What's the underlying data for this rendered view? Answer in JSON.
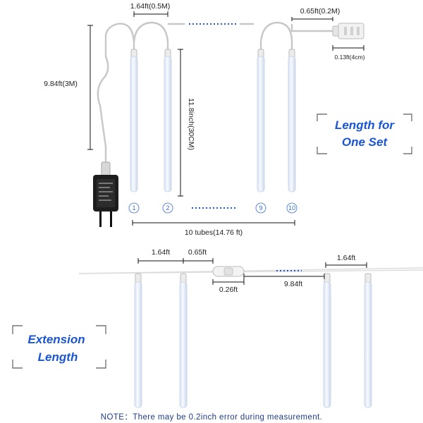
{
  "top": {
    "spacing_label": "1.64ft(0.5M)",
    "lead_label": "0.65ft(0.2M)",
    "connector_label": "0.13ft(4cm)",
    "cable_label": "9.84ft(3M)",
    "tube_label": "11.8inch(30CM)",
    "total_label": "10 tubes(14.76 ft)",
    "title_line1": "Length for",
    "title_line2": "One Set",
    "tube_numbers": [
      "1",
      "2",
      "9",
      "10"
    ]
  },
  "extension": {
    "spacing_label": "1.64ft",
    "lead_label": "0.65ft",
    "connector_label": "0.26ft",
    "gap_label": "9.84ft",
    "right_spacing_label": "1.64ft",
    "title_line1": "Extension",
    "title_line2": "Length"
  },
  "note": "NOTE：There may be 0.2inch error during measurement.",
  "colors": {
    "accent": "#1a55d6",
    "tube": "#eef3fb",
    "wire": "#c7c7c7",
    "text": "#222222"
  }
}
